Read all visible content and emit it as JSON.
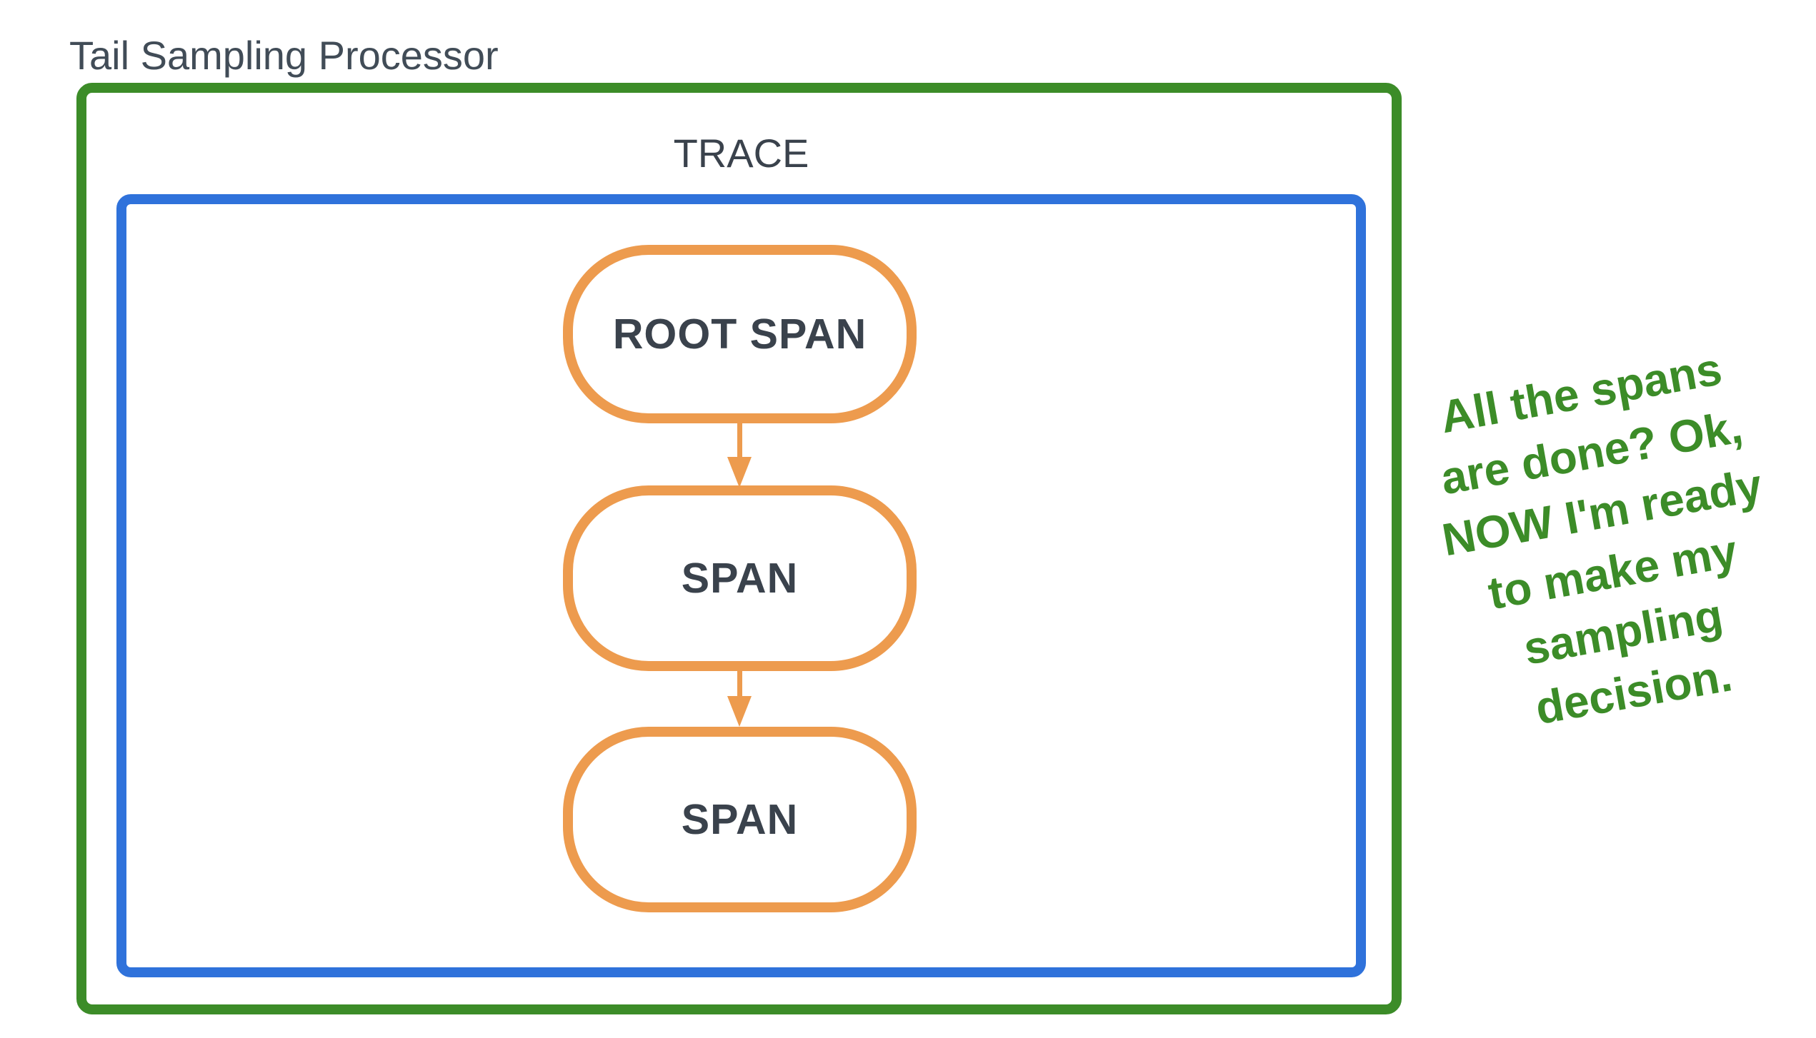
{
  "title": "Tail Sampling Processor",
  "trace": {
    "label": "TRACE"
  },
  "nodes": [
    {
      "label": "ROOT SPAN"
    },
    {
      "label": "SPAN"
    },
    {
      "label": "SPAN"
    }
  ],
  "annotation": "All the spans\nare done? Ok,\nNOW I'm ready\nto make my\nsampling\ndecision.",
  "colors": {
    "outer_border": "#3C8C28",
    "trace_border": "#2F72DB",
    "span_border": "#ED9B4E",
    "text_dark": "#3A424C",
    "title_color": "#414C57",
    "annotation_green": "#3C8C28"
  }
}
